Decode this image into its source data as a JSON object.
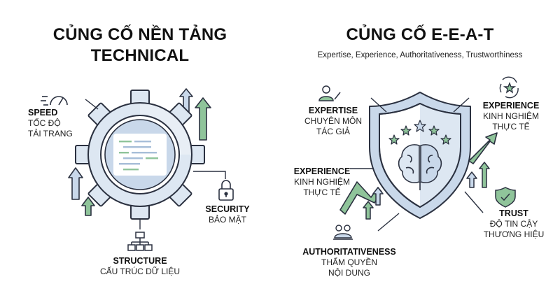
{
  "left": {
    "title_line1": "CỦNG CỐ NỀN TẢNG",
    "title_line2": "TECHNICAL",
    "speed": {
      "title": "SPEED",
      "line1": "TỐC ĐỘ",
      "line2": "TẢI TRANG"
    },
    "security": {
      "title": "SECURITY",
      "line1": "BẢO MẬT"
    },
    "structure": {
      "title": "STRUCTURE",
      "line1": "CẤU TRÚC DỮ LIỆU"
    }
  },
  "right": {
    "title": "CỦNG CỐ E-E-A-T",
    "subtitle": "Expertise, Experience, Authoritativeness, Trustworthiness",
    "expertise": {
      "title": "EXPERTISE",
      "line1": "CHUYÊN MÔN",
      "line2": "TÁC GIẢ"
    },
    "experience_top": {
      "title": "EXPERIENCE",
      "line1": "KINH NGHIỆM",
      "line2": "THỰC TẾ"
    },
    "experience_left": {
      "title": "EXPERIENCE",
      "line1": "KINH NGHIỆM",
      "line2": "THỰC TẾ"
    },
    "trust": {
      "title": "TRUST",
      "line1": "ĐỘ TIN CẬY",
      "line2": "THƯƠNG HIỆU"
    },
    "authority": {
      "title": "AUTHORITATIVENESS",
      "line1": "THẨM QUYỀN",
      "line2": "NỘI DUNG"
    }
  },
  "colors": {
    "ink": "#2b3140",
    "blue_fill": "#c9d8ea",
    "blue_light": "#dde7f2",
    "green": "#8fc49a",
    "green_dark": "#5a9d68"
  },
  "icons": [
    "speedometer-icon",
    "lock-icon",
    "sitemap-icon",
    "gear-icon",
    "code-screen-icon",
    "person-pen-icon",
    "star-cycle-icon",
    "shield-check-icon",
    "brain-icon",
    "shield-icon",
    "star-icon",
    "people-ribbon-icon"
  ]
}
